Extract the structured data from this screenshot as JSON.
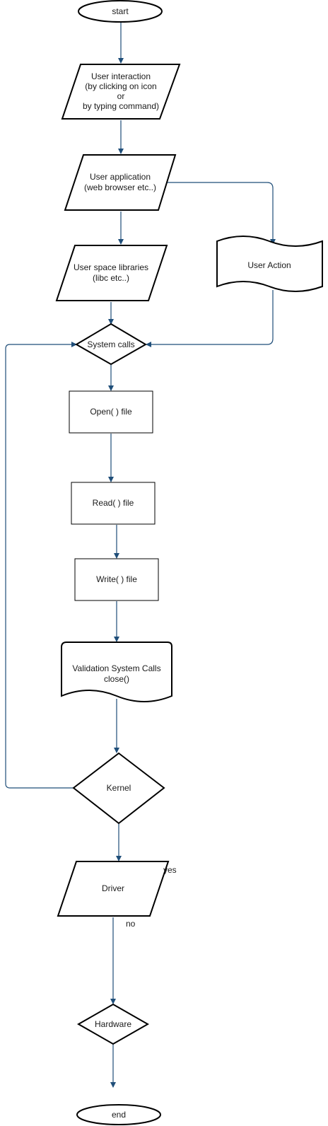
{
  "nodes": {
    "start": "start",
    "user_interaction": [
      "User interaction",
      "(by clicking on icon",
      "or",
      "by typing command)"
    ],
    "user_application": [
      "User application",
      "(web browser etc..)"
    ],
    "user_space_libraries": [
      "User space libraries",
      "(libc etc..)"
    ],
    "user_action": "User Action",
    "system_calls": "System calls",
    "open_file": "Open( ) file",
    "read_file": "Read( ) file",
    "write_file": "Write( ) file",
    "validation": [
      "Validation System Calls",
      "close()"
    ],
    "kernel": "Kernel",
    "driver": "Driver",
    "hardware": "Hardware",
    "end": "end"
  },
  "edge_labels": {
    "yes": "yes",
    "no": "no"
  },
  "colors": {
    "edge": "#1f4e79",
    "stroke": "#000000"
  }
}
